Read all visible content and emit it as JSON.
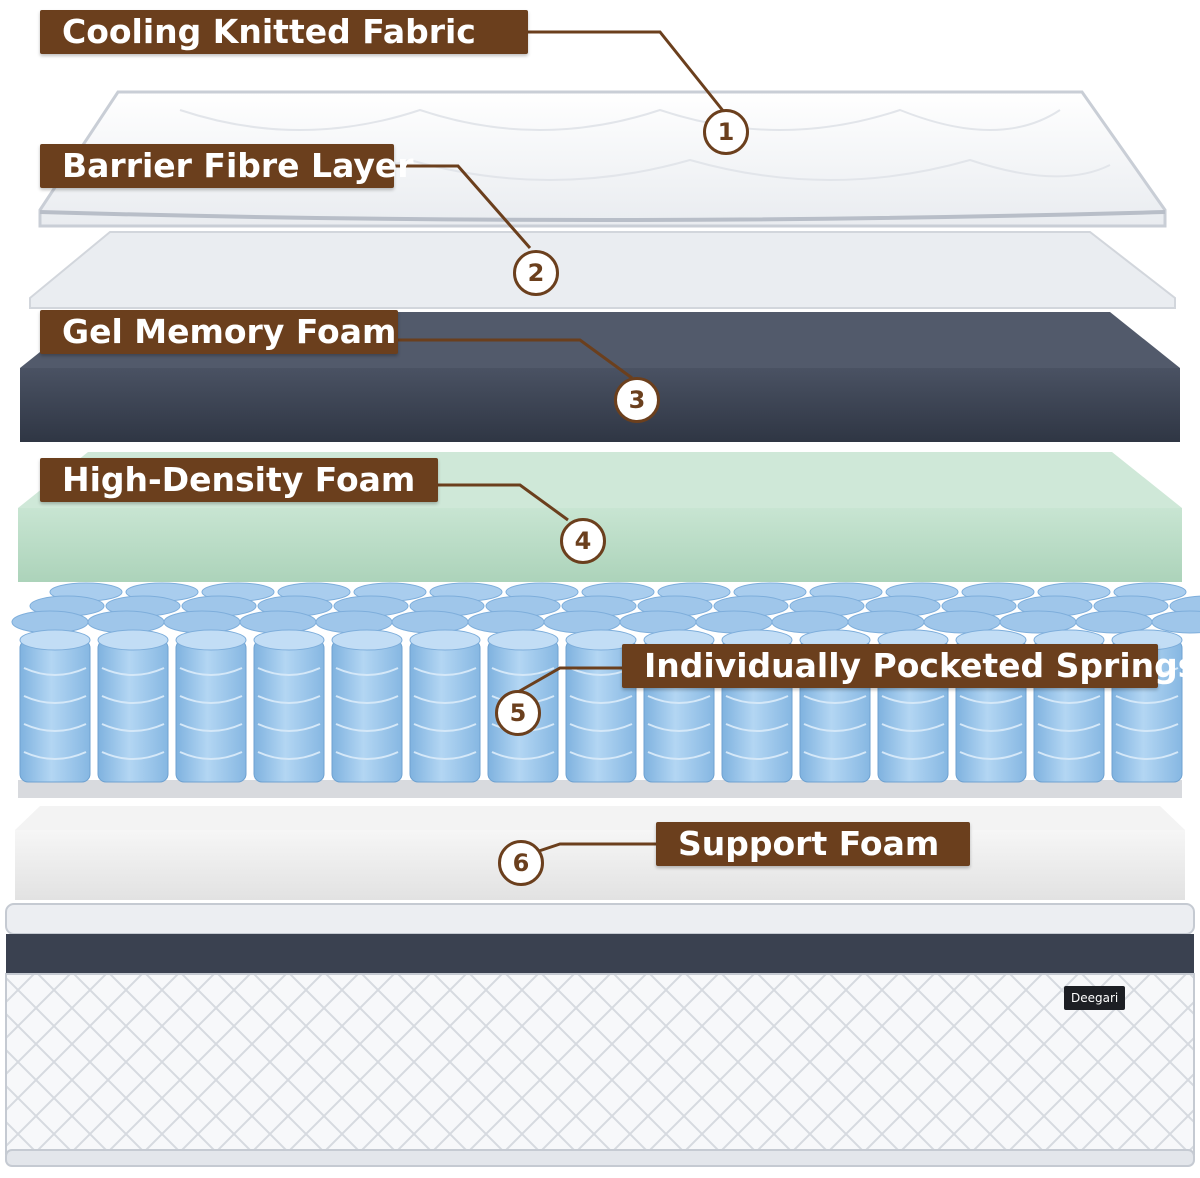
{
  "layers": [
    {
      "number": "1",
      "label": "Cooling Knitted Fabric"
    },
    {
      "number": "2",
      "label": "Barrier Fibre Layer"
    },
    {
      "number": "3",
      "label": "Gel Memory Foam"
    },
    {
      "number": "4",
      "label": "High-Density Foam"
    },
    {
      "number": "5",
      "label": "Individually Pocketed Springs"
    },
    {
      "number": "6",
      "label": "Support Foam"
    }
  ],
  "brand": "Deegari",
  "colors": {
    "label_bg": "#6b3f1d",
    "label_text": "#ffffff",
    "cooling_fabric": "#f4f5f7",
    "barrier_fibre": "#e8ebef",
    "gel_memory_foam": "#3a4150",
    "high_density_foam": "#b9dcc6",
    "springs": "#9cc6ea",
    "support_foam": "#ececec",
    "mattress_band": "#3a4150"
  }
}
